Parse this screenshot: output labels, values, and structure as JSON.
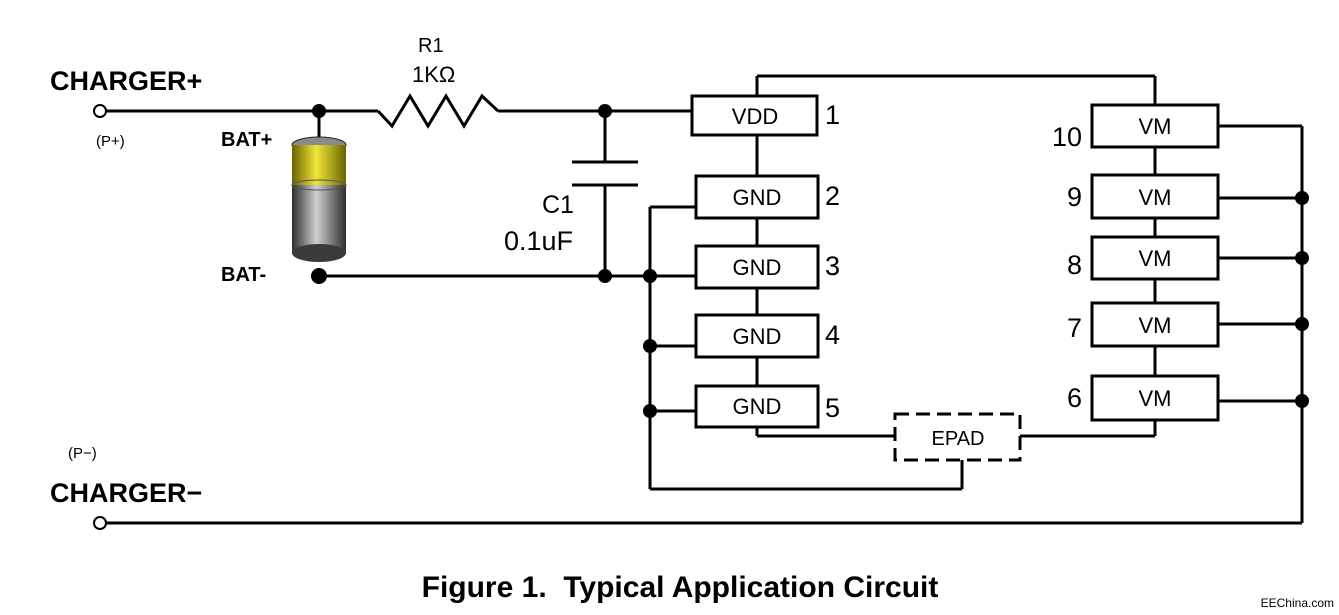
{
  "terminals": {
    "charger_plus": "CHARGER+",
    "p_plus": "(P+)",
    "charger_minus": "CHARGER−",
    "p_minus": "(P−)"
  },
  "battery": {
    "plus_label": "BAT+",
    "minus_label": "BAT-"
  },
  "resistor": {
    "name": "R1",
    "value": "1KΩ"
  },
  "capacitor": {
    "name": "C1",
    "value": "0.1uF"
  },
  "ic": {
    "left_pins": [
      {
        "num": "1",
        "label": "VDD"
      },
      {
        "num": "2",
        "label": "GND"
      },
      {
        "num": "3",
        "label": "GND"
      },
      {
        "num": "4",
        "label": "GND"
      },
      {
        "num": "5",
        "label": "GND"
      }
    ],
    "right_pins": [
      {
        "num": "10",
        "label": "VM"
      },
      {
        "num": "9",
        "label": "VM"
      },
      {
        "num": "8",
        "label": "VM"
      },
      {
        "num": "7",
        "label": "VM"
      },
      {
        "num": "6",
        "label": "VM"
      }
    ],
    "epad": "EPAD"
  },
  "caption": "Figure 1.  Typical Application Circuit",
  "watermark": "EEChina.com",
  "colors": {
    "battery_cap": "#c8c000",
    "battery_body": "#707070"
  }
}
